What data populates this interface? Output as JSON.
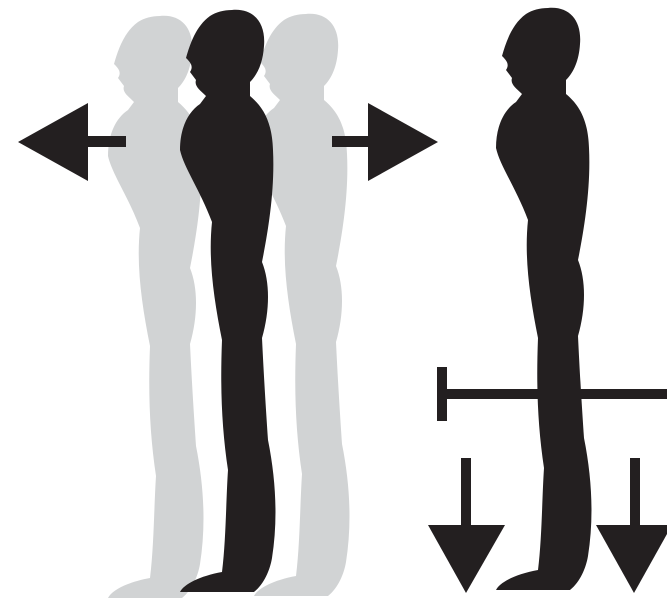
{
  "illustration": {
    "left_panel": {
      "figures": [
        "ghost-figure-back",
        "main-figure",
        "ghost-figure-front"
      ],
      "arrows": [
        "arrow-left",
        "arrow-right"
      ]
    },
    "right_panel": {
      "figures": [
        "main-figure"
      ],
      "markers": [
        "horizontal-bar",
        "arrow-down-left",
        "arrow-down-right"
      ]
    }
  },
  "colors": {
    "figure": "#231f20",
    "ghost": "#d1d3d4",
    "background": "#ffffff"
  }
}
